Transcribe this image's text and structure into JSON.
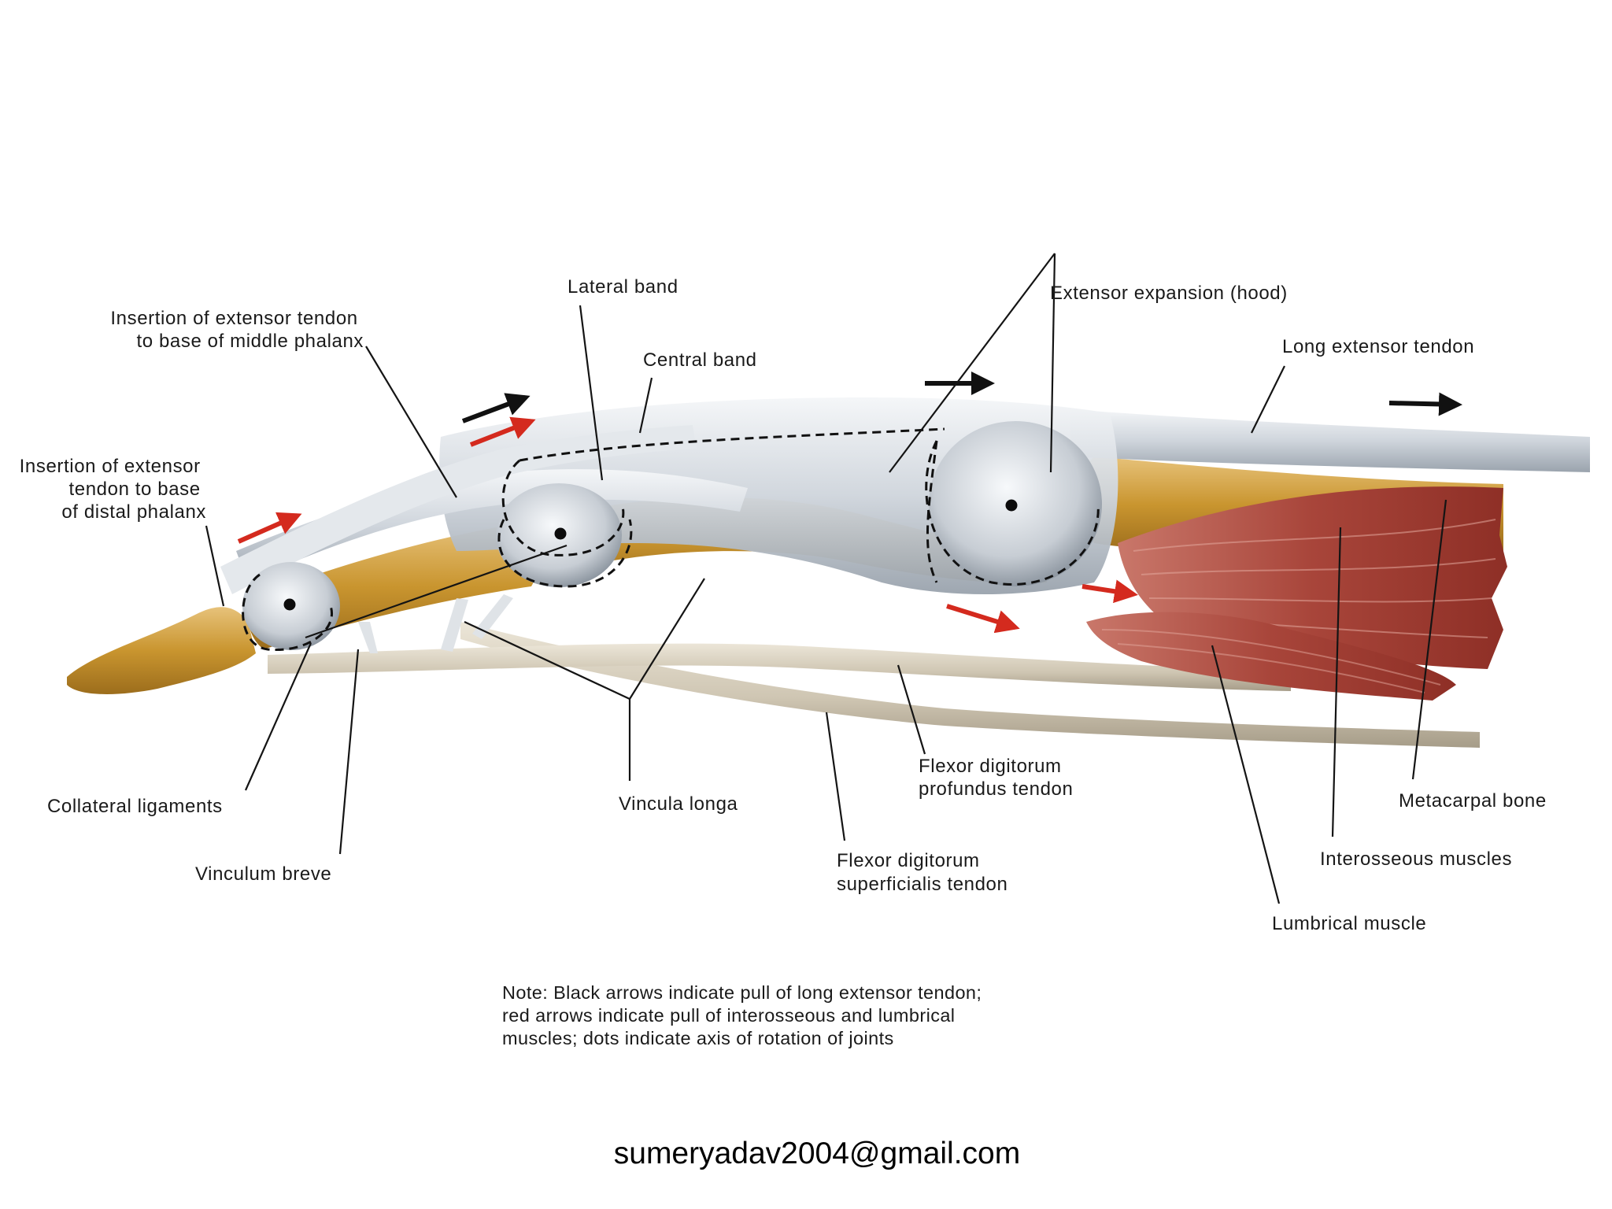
{
  "labels": {
    "insertion_distal": [
      "Insertion of extensor",
      "tendon to base",
      "of distal phalanx"
    ],
    "insertion_middle": [
      "Insertion of extensor tendon",
      "to base of middle phalanx"
    ],
    "lateral_band": "Lateral band",
    "central_band": "Central band",
    "extensor_expansion": "Extensor expansion (hood)",
    "long_extensor": "Long extensor tendon",
    "collateral": "Collateral ligaments",
    "vinculum_breve": "Vinculum breve",
    "vincula_longa": "Vincula longa",
    "fdp": [
      "Flexor digitorum",
      "profundus tendon"
    ],
    "fds": [
      "Flexor digitorum",
      "superficialis tendon"
    ],
    "metacarpal": "Metacarpal bone",
    "interosseous": "Interosseous muscles",
    "lumbrical": "Lumbrical muscle"
  },
  "note": [
    "Note: Black arrows indicate pull of long extensor tendon;",
    "red arrows indicate pull of interosseous and lumbrical",
    "muscles; dots indicate axis of rotation of joints"
  ],
  "footer": "sumeryadav2004@gmail.com",
  "colors": {
    "black_arrow": "#111111",
    "red_arrow": "#d42a1e",
    "bone": "#c9952f",
    "tendon": "#d7dbe0",
    "muscle": "#a8453a"
  }
}
